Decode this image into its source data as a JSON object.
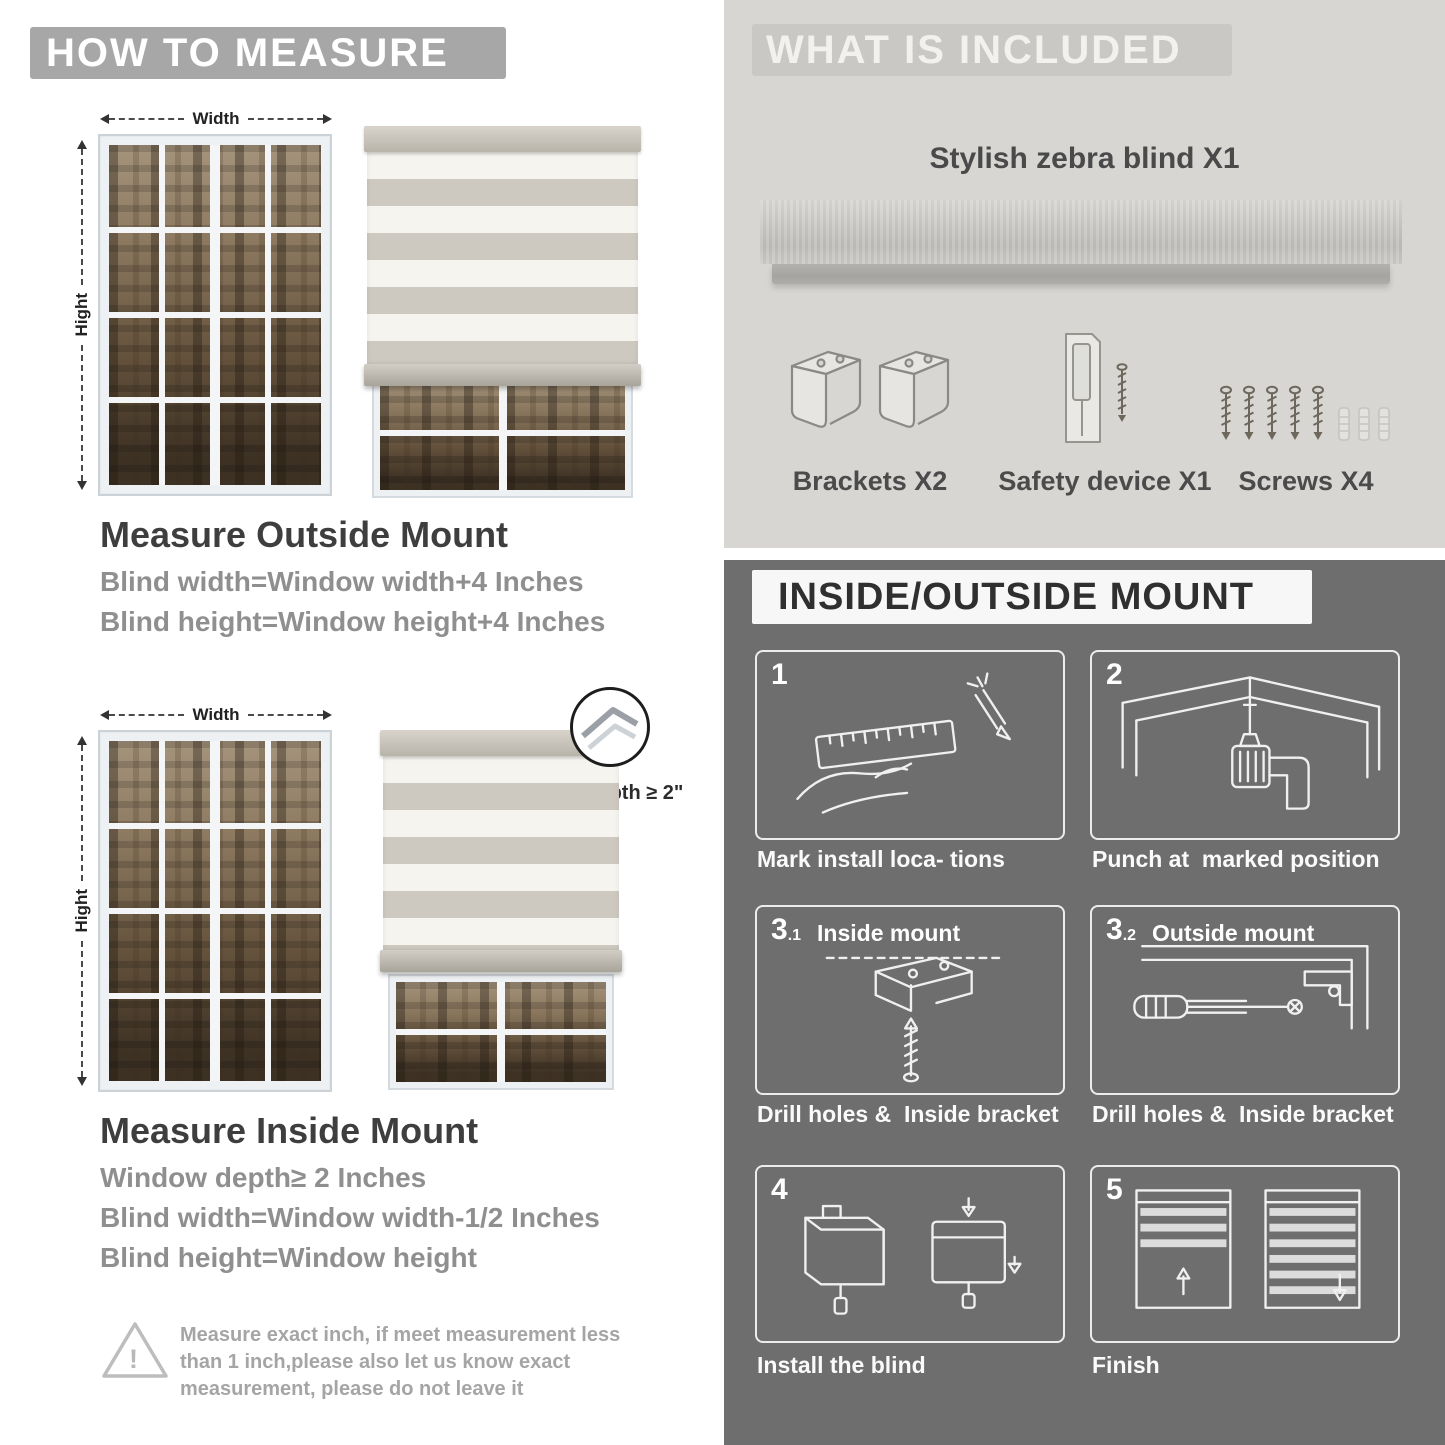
{
  "colors": {
    "banner_gray": "#a7a7a7",
    "light_section": "#d7d6d3",
    "dark_section": "#6e6e6e",
    "heading_text": "#3e3e3e",
    "body_gray": "#8f8f8f"
  },
  "left": {
    "banner": "HOW TO MEASURE",
    "labels": {
      "width": "Width",
      "height": "Hight",
      "depth": "Depth ≥ 2\""
    },
    "outside": {
      "title": "Measure Outside Mount",
      "formulas": [
        "Blind width=Window width+4 Inches",
        "Blind height=Window height+4 Inches"
      ]
    },
    "inside": {
      "title": "Measure Inside Mount",
      "formulas": [
        "Window depth≥ 2 Inches",
        "Blind width=Window width-1/2 Inches",
        "Blind height=Window height"
      ]
    },
    "warning": {
      "icon": "!",
      "text": "Measure exact inch, if meet measurement less than 1 inch,please also let us know exact measurement, please do not leave it"
    }
  },
  "right": {
    "included": {
      "banner": "WHAT IS INCLUDED",
      "blind_label": "Stylish zebra blind X1",
      "items": [
        {
          "label": "Brackets X2"
        },
        {
          "label": "Safety device X1"
        },
        {
          "label": "Screws X4"
        }
      ]
    },
    "mount": {
      "banner": "INSIDE/OUTSIDE MOUNT",
      "steps": [
        {
          "num": "1",
          "sub": "",
          "label": "",
          "caption": "Mark install loca- tions"
        },
        {
          "num": "2",
          "sub": "",
          "label": "",
          "caption": "Punch at  marked position"
        },
        {
          "num": "3",
          "sub": ".1",
          "label": "Inside mount",
          "caption": "Drill holes &  Inside bracket"
        },
        {
          "num": "3",
          "sub": ".2",
          "label": "Outside mount",
          "caption": "Drill holes &  Inside bracket"
        },
        {
          "num": "4",
          "sub": "",
          "label": "",
          "caption": "Install the blind"
        },
        {
          "num": "5",
          "sub": "",
          "label": "",
          "caption": "Finish"
        }
      ]
    }
  }
}
